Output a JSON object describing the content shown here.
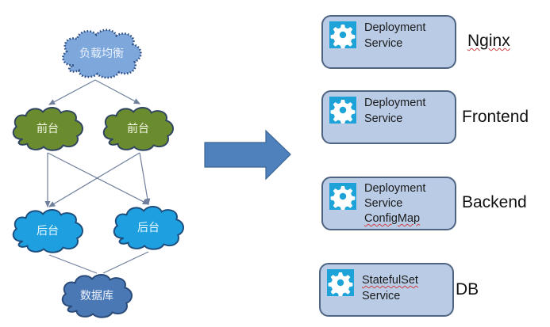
{
  "left_diagram": {
    "nodes": [
      {
        "id": "lb",
        "label": "负载均衡",
        "type": "load-balancer",
        "color": "#7ea7dc"
      },
      {
        "id": "fe1",
        "label": "前台",
        "type": "frontend",
        "color": "#6b8c2e"
      },
      {
        "id": "fe2",
        "label": "前台",
        "type": "frontend",
        "color": "#6b8c2e"
      },
      {
        "id": "be1",
        "label": "后台",
        "type": "backend",
        "color": "#1ea0e0"
      },
      {
        "id": "be2",
        "label": "后台",
        "type": "backend",
        "color": "#1ea0e0"
      },
      {
        "id": "db",
        "label": "数据库",
        "type": "database",
        "color": "#4a78b5"
      }
    ],
    "edges": [
      [
        "lb",
        "fe1"
      ],
      [
        "lb",
        "fe2"
      ],
      [
        "fe1",
        "be1"
      ],
      [
        "fe1",
        "be2"
      ],
      [
        "fe2",
        "be1"
      ],
      [
        "fe2",
        "be2"
      ],
      [
        "be1",
        "db"
      ],
      [
        "be2",
        "db"
      ]
    ]
  },
  "arrow": {
    "icon": "right-arrow-icon",
    "color": "#4f81bd"
  },
  "right_stack": [
    {
      "lines": [
        "Deployment",
        "Service"
      ],
      "role": "Nginx",
      "role_misspelled": true,
      "icon": "gear-icon"
    },
    {
      "lines": [
        "Deployment",
        "Service"
      ],
      "role": "Frontend",
      "role_misspelled": false,
      "icon": "gear-icon"
    },
    {
      "lines": [
        "Deployment",
        "Service",
        "ConfigMap"
      ],
      "role": "Backend",
      "role_misspelled": false,
      "icon": "gear-icon"
    },
    {
      "lines": [
        "StatefulSet",
        "Service"
      ],
      "role": "DB",
      "role_misspelled": false,
      "icon": "gear-icon"
    }
  ],
  "colors": {
    "box_fill": "#b9cbe5",
    "box_border": "#4f6482",
    "gear_bg": "#1ea3d8",
    "edge": "#6f7f9c"
  }
}
